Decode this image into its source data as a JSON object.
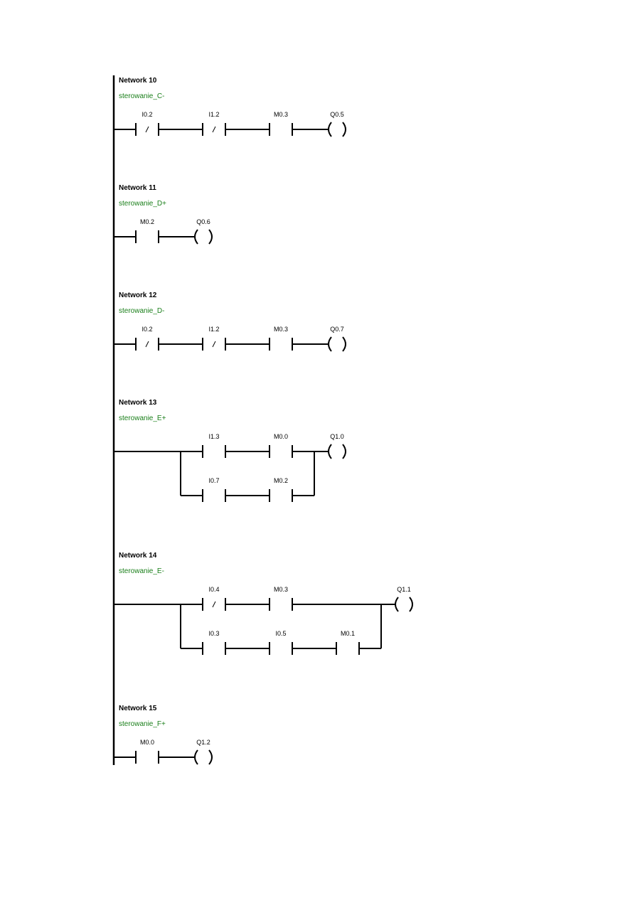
{
  "networks": [
    {
      "title": "Network 10",
      "comment": "sterowanie_C-",
      "branches": [
        [
          {
            "t": "contact",
            "addr": "I0.2",
            "neg": true
          },
          {
            "t": "contact",
            "addr": "I1.2",
            "neg": true
          },
          {
            "t": "contact",
            "addr": "M0.3",
            "neg": false
          }
        ]
      ],
      "coil": "Q0.5"
    },
    {
      "title": "Network 11",
      "comment": "sterowanie_D+",
      "branches": [
        [
          {
            "t": "contact",
            "addr": "M0.2",
            "neg": false
          }
        ]
      ],
      "coil": "Q0.6"
    },
    {
      "title": "Network 12",
      "comment": "sterowanie_D-",
      "branches": [
        [
          {
            "t": "contact",
            "addr": "I0.2",
            "neg": true
          },
          {
            "t": "contact",
            "addr": "I1.2",
            "neg": true
          },
          {
            "t": "contact",
            "addr": "M0.3",
            "neg": false
          }
        ]
      ],
      "coil": "Q0.7"
    },
    {
      "title": "Network 13",
      "comment": "sterowanie_E+",
      "branches": [
        [
          {
            "t": "wire"
          },
          {
            "t": "contact",
            "addr": "I1.3",
            "neg": false
          },
          {
            "t": "contact",
            "addr": "M0.0",
            "neg": false
          }
        ],
        [
          {
            "t": "wire"
          },
          {
            "t": "contact",
            "addr": "I0.7",
            "neg": false
          },
          {
            "t": "contact",
            "addr": "M0.2",
            "neg": false
          }
        ]
      ],
      "coil": "Q1.0"
    },
    {
      "title": "Network 14",
      "comment": "sterowanie_E-",
      "branches": [
        [
          {
            "t": "wire"
          },
          {
            "t": "contact",
            "addr": "I0.4",
            "neg": true
          },
          {
            "t": "contact",
            "addr": "M0.3",
            "neg": false
          },
          {
            "t": "wire"
          }
        ],
        [
          {
            "t": "wire"
          },
          {
            "t": "contact",
            "addr": "I0.3",
            "neg": false
          },
          {
            "t": "contact",
            "addr": "I0.5",
            "neg": false
          },
          {
            "t": "contact",
            "addr": "M0.1",
            "neg": false
          }
        ]
      ],
      "coil": "Q1.1"
    },
    {
      "title": "Network 15",
      "comment": "sterowanie_F+",
      "branches": [
        [
          {
            "t": "contact",
            "addr": "M0.0",
            "neg": false
          }
        ]
      ],
      "coil": "Q1.2"
    }
  ]
}
